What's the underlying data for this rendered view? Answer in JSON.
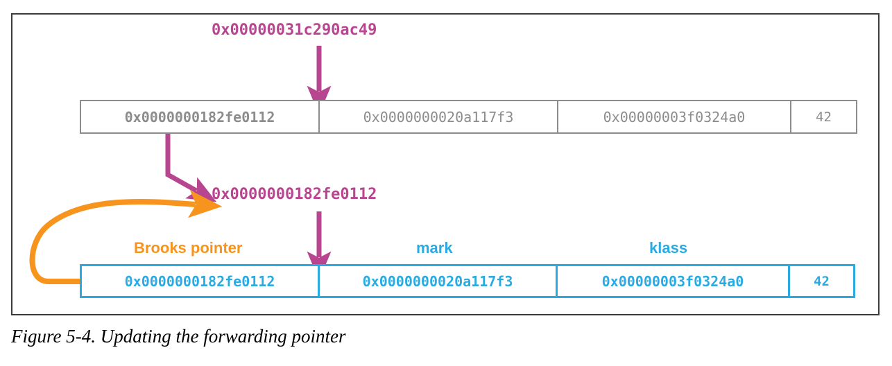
{
  "figure": {
    "caption": "Figure 5-4. Updating the forwarding pointer",
    "colors": {
      "magenta": "#b8458f",
      "orange": "#f7941e",
      "cyan": "#29abe2",
      "gray": "#8c8c8c",
      "navy": "#1d5c96",
      "frame": "#3c3c3c"
    }
  },
  "labels": {
    "top_address": "0x00000031c290ac49",
    "middle_address": "0x0000000182fe0112"
  },
  "column_headers": {
    "brooks_pointer": "Brooks pointer",
    "mark": "mark",
    "klass": "klass"
  },
  "rows": {
    "top": {
      "cells": [
        "0x0000000182fe0112",
        "0x0000000020a117f3",
        "0x00000003f0324a0",
        "42"
      ]
    },
    "bottom": {
      "cells": [
        "0x0000000182fe0112",
        "0x0000000020a117f3",
        "0x00000003f0324a0",
        "42"
      ]
    }
  },
  "arrows": {
    "top_pointer_arrow": "0x00000031c290ac49 points to the forwarding pointer cell",
    "forwarding_elbow_arrow": "forwarding pointer cell points to 0x0000000182fe0112",
    "middle_to_object_arrow": "0x0000000182fe0112 points to the mark word of the object",
    "brooks_loopback_arrow": "Brooks pointer loops back to 0x0000000182fe0112"
  }
}
